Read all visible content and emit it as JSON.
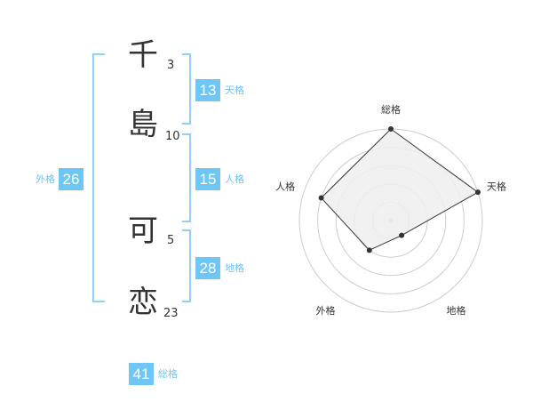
{
  "name": {
    "characters": [
      {
        "char": "千",
        "strokes": "3"
      },
      {
        "char": "島",
        "strokes": "10"
      },
      {
        "char": "可",
        "strokes": "5"
      },
      {
        "char": "恋",
        "strokes": "23"
      }
    ]
  },
  "fortune": {
    "tenkaku": {
      "value": "13",
      "label": "天格"
    },
    "jinkaku": {
      "value": "15",
      "label": "人格"
    },
    "chikaku": {
      "value": "28",
      "label": "地格"
    },
    "gaikaku": {
      "value": "26",
      "label": "外格"
    },
    "soukaku": {
      "value": "41",
      "label": "総格"
    }
  },
  "chart_data": {
    "type": "radar",
    "axes": [
      "総格",
      "天格",
      "地格",
      "外格",
      "人格"
    ],
    "values": [
      1.0,
      1.0,
      0.2,
      0.4,
      0.8
    ],
    "range": [
      0,
      1
    ],
    "grid_rings": 5,
    "colors": {
      "fill": "#eeeeee",
      "line": "#333333",
      "grid": "#cccccc",
      "accent": "#6ec6f5"
    }
  }
}
